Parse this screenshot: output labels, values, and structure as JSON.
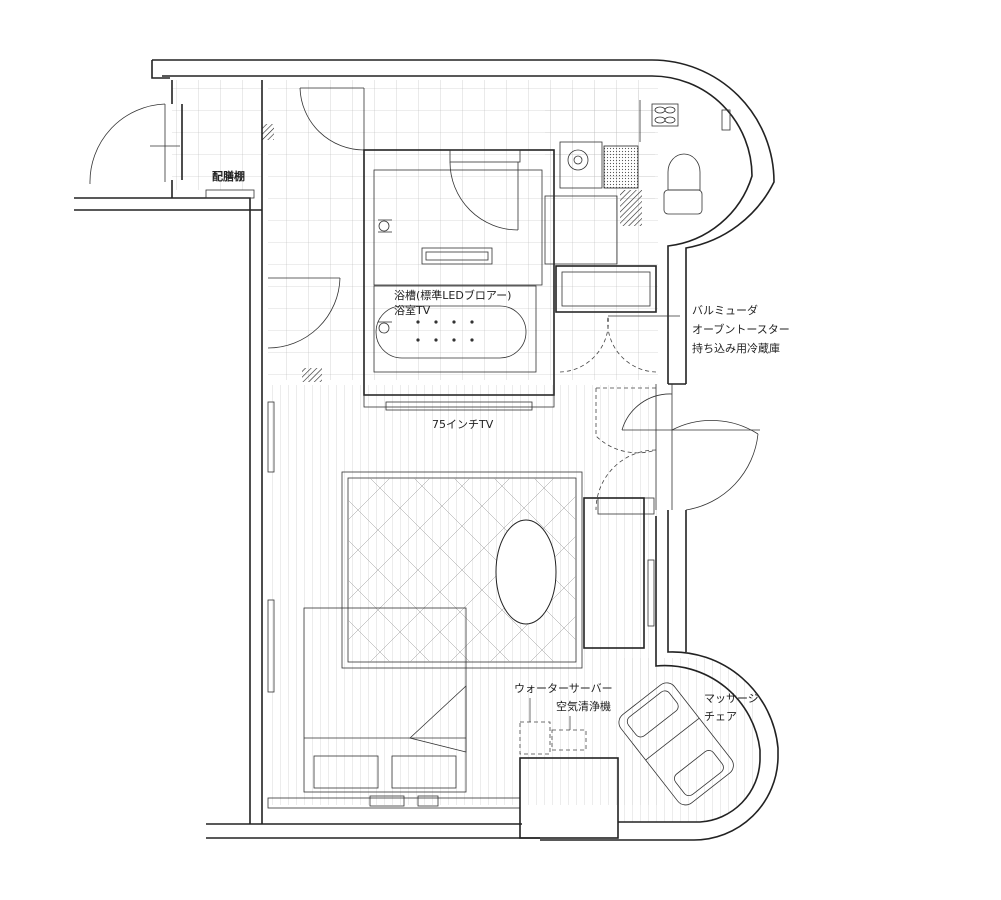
{
  "labels": {
    "pantry_shelf": "配膳棚",
    "bathtub_line1": "浴槽(標準LEDブロアー)",
    "bathtub_line2": "浴室TV",
    "tv_75": "75インチTV",
    "appliances_line1": "バルミューダ",
    "appliances_line2": "オーブントースター",
    "appliances_line3": "持ち込み用冷蔵庫",
    "water_server": "ウォーターサーバー",
    "air_purifier": "空気清浄機",
    "massage_line1": "マッサージ",
    "massage_line2": "チェア"
  },
  "colors": {
    "line": "#222222",
    "grid": "#9a9a9a",
    "background": "#ffffff"
  }
}
